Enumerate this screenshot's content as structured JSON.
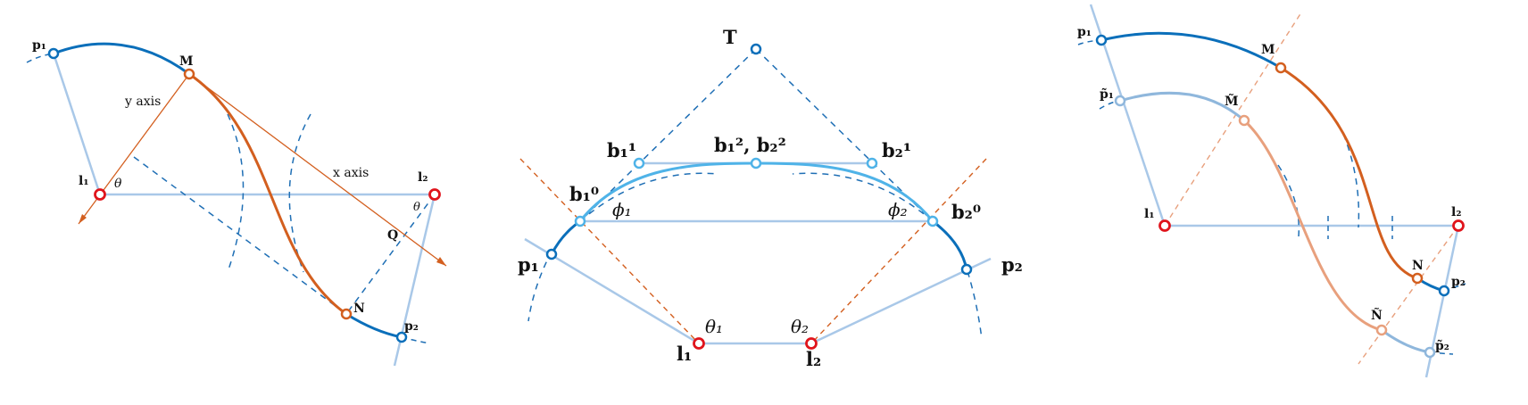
{
  "colors": {
    "light_blue": "#a9c8e8",
    "mid_blue": "#4fb3e8",
    "dark_blue": "#0b6fba",
    "dashed_blue": "#1f6fb5",
    "orange": "#d35f1f",
    "orange_light": "#e8a07d",
    "red": "#e0141c"
  },
  "panel1": {
    "p1": "p₁",
    "M": "M",
    "y_axis": "y axis",
    "l1": "l₁",
    "theta_left": "θ",
    "x_axis": "x axis",
    "l2": "l₂",
    "theta_right": "θ",
    "Q": "Q",
    "N": "N",
    "p2": "p₂"
  },
  "panel2": {
    "T": "T",
    "b11": "b₁¹",
    "b12b22": "b₁², b₂²",
    "b21": "b₂¹",
    "b10": "b₁⁰",
    "phi1": "ϕ₁",
    "phi2": "ϕ₂",
    "b20": "b₂⁰",
    "p1": "p₁",
    "p2": "p₂",
    "theta1": "θ₁",
    "theta2": "θ₂",
    "l1": "l₁",
    "l2": "l₂"
  },
  "panel3": {
    "p1": "p₁",
    "M": "M",
    "p1_tilde": "p̃₁",
    "M_tilde": "M̃",
    "l1": "l₁",
    "l2": "l₂",
    "N": "N",
    "p2": "p₂",
    "N_tilde": "Ñ",
    "p2_tilde": "p̃₂"
  }
}
